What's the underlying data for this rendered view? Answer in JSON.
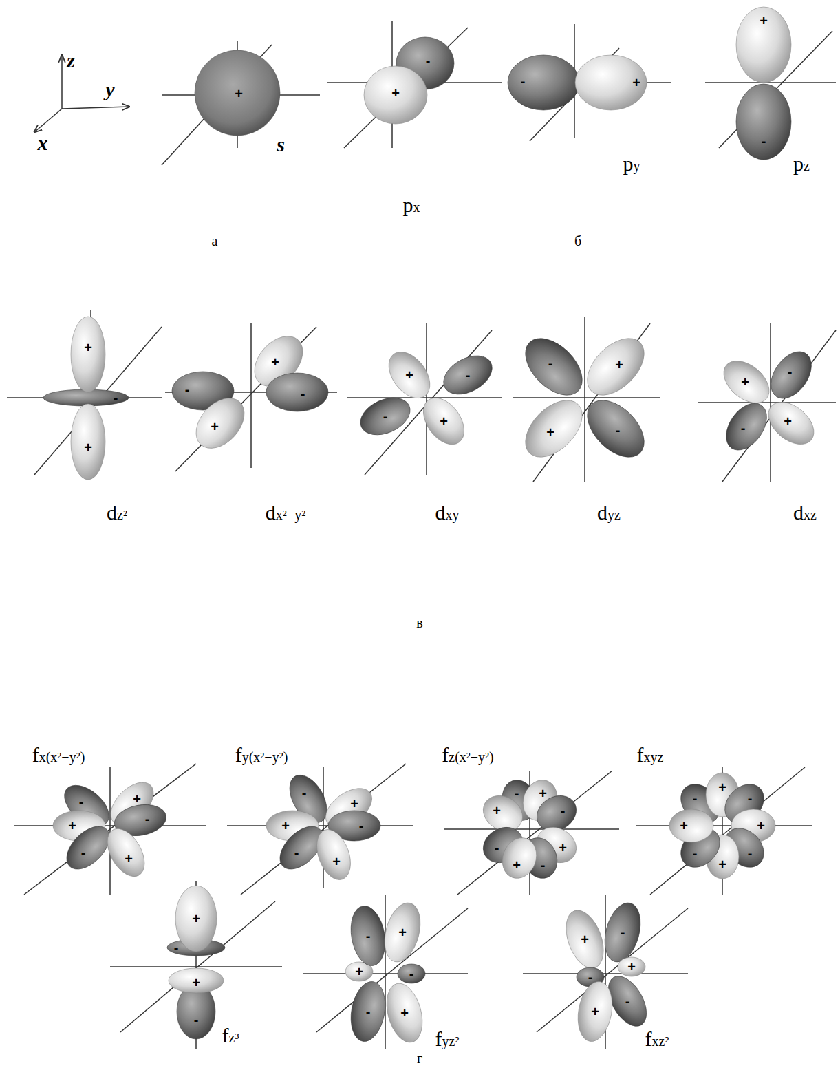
{
  "diagram": {
    "labels": [
      "z",
      "y",
      "x",
      "+",
      "s",
      "-",
      "+",
      "px",
      "-",
      "+",
      "py",
      "+",
      "-",
      "pz",
      "а",
      "б",
      "+",
      "-",
      "+",
      "dz²",
      "-",
      "+",
      "-",
      "+",
      "dx²−y²",
      "+",
      "-",
      "-",
      "+",
      "dxy",
      "-",
      "+",
      "+",
      "-",
      "dyz",
      "+",
      "-",
      "-",
      "+",
      "dxz",
      "в",
      "fx(x²−y²)",
      "fy(x²−y²)",
      "fz(x²−y²)",
      "fxyz",
      "+",
      "-",
      "+",
      "-",
      "-",
      "+",
      "-",
      "+",
      "+",
      "-",
      "-",
      "+",
      "+",
      "-",
      "+",
      "-",
      "+",
      "-",
      "+",
      "-",
      "-",
      "+",
      "-",
      "+",
      "-",
      "+",
      "-",
      "+",
      "+",
      "-",
      "+",
      "-",
      "fz³",
      "-",
      "+",
      "+",
      "-",
      "-",
      "+",
      "fyz²",
      "-",
      "+",
      "+",
      "-",
      "-",
      "+",
      "fxz²",
      "г"
    ]
  }
}
